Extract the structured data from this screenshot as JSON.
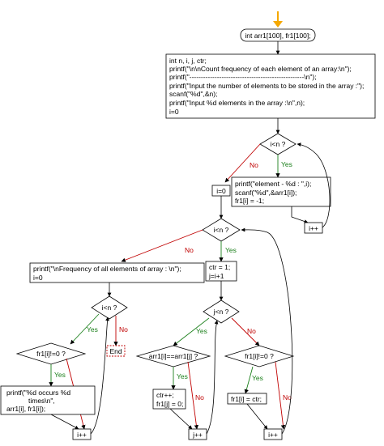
{
  "start_box": "int arr1[100], fr1[100];",
  "init_lines": [
    "int n, i, j, ctr;",
    "printf(\"\\n\\nCount frequency of each element of an array:\\n\");",
    "printf(\"--------------------------------------------------\\n\");",
    "printf(\"Input the number of elements to be stored in the array :\");",
    "scanf(\"%d\",&n);",
    "printf(\"Input %d elements in the array :\\n\",n);",
    "i=0"
  ],
  "decision1": "i<n ?",
  "input_lines": [
    "printf(\"element - %d : \",i);",
    "scanf(\"%d\",&arr1[i]);",
    "fr1[i] = -1;"
  ],
  "inc1": "i++",
  "reset_i1": "i=0",
  "decision2": "i<n ?",
  "print_header_lines": [
    "printf(\"\\nFrequency of all elements of array : \\n\");",
    "i=0"
  ],
  "ctr_lines": [
    "ctr = 1;",
    "j=i+1"
  ],
  "decision3": "i<n ?",
  "end_label": "End",
  "decision4": "j<n ?",
  "decision5": "fr1[i]!=0 ?",
  "print_lines": [
    "printf(\"%d occurs %d",
    "times\\n\",",
    "arr1[i], fr1[i]);"
  ],
  "inc_bottom_left": "i++",
  "decision6": "arr1[i]==arr1[j] ?",
  "decision7": "fr1[i]!=0 ?",
  "count_lines": [
    "ctr++;",
    "fr1[j] = 0;"
  ],
  "assign_line": "fr1[i] = ctr;",
  "inc_j": "j++",
  "inc_bottom_right": "i++",
  "labels": {
    "yes": "Yes",
    "no": "No"
  },
  "colors": {
    "start_arrow": "#f5a800",
    "yes": "#1a7f1a",
    "no": "#c00000",
    "end_border": "#c00000"
  }
}
